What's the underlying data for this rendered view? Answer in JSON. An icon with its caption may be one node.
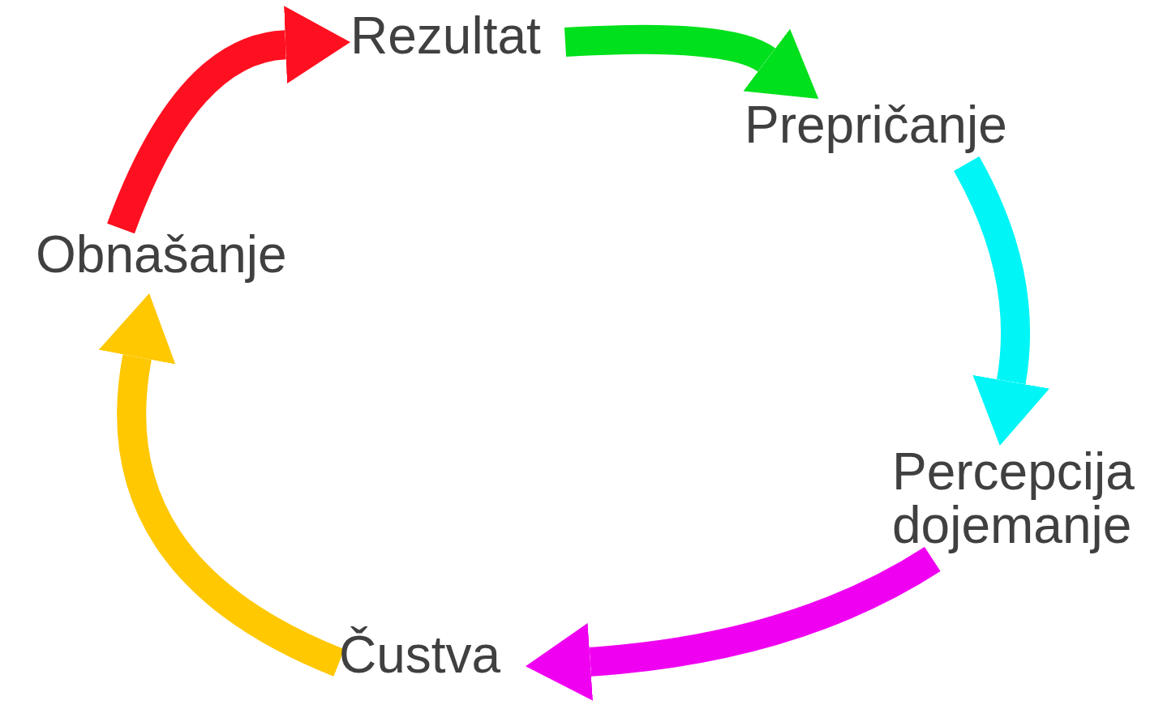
{
  "diagram": {
    "nodes": [
      {
        "text": [
          "Rezultat"
        ]
      },
      {
        "text": [
          "Prepričanje"
        ]
      },
      {
        "text": [
          "Percepcija dojemanje"
        ]
      },
      {
        "text": [
          "Čustva"
        ]
      },
      {
        "text": [
          "Obnašanje"
        ]
      }
    ],
    "edges": [
      {
        "from": 0,
        "to": 1,
        "arrow": "to",
        "color": "#00e01c"
      },
      {
        "from": 1,
        "to": 2,
        "arrow": "to",
        "color": "#00f6f6"
      },
      {
        "from": 2,
        "to": 3,
        "arrow": "to",
        "color": "#f000f0"
      },
      {
        "from": 3,
        "to": 4,
        "arrow": "to",
        "color": "#ffc800"
      },
      {
        "from": 4,
        "to": 0,
        "arrow": "to",
        "color": "#ff1020"
      }
    ]
  }
}
